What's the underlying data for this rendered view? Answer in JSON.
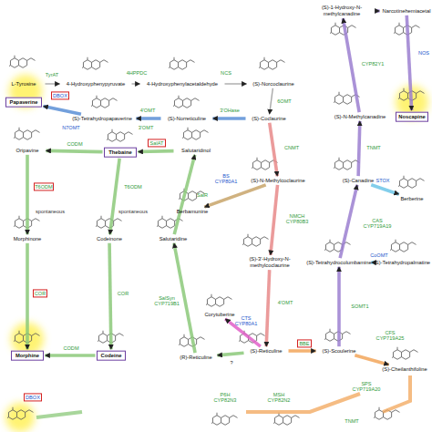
{
  "diagram": {
    "nodes": [
      {
        "text": [
          "L-Tyrosine"
        ]
      },
      {
        "text": [
          "4-Hydroxyphenypyruvate"
        ]
      },
      {
        "text": [
          "4-Hydroxyphenylacetaldehyde"
        ]
      },
      {
        "text": [
          "(S)-Norcoclaurine"
        ]
      },
      {
        "text": [
          "(S)-1-Hydroxy-N-methylcanadine"
        ]
      },
      {
        "text": [
          "Narcotinehemiacetal"
        ]
      },
      {
        "text": [
          "Papaverine"
        ]
      },
      {
        "text": [
          "(S)-Tetrahydropapaverine"
        ]
      },
      {
        "text": [
          "(S)-Norreticuline"
        ]
      },
      {
        "text": [
          "(S)-Coclaurine"
        ]
      },
      {
        "text": [
          "(S)-N-Methylcanadine"
        ]
      },
      {
        "text": [
          "Noscapine"
        ]
      },
      {
        "text": [
          "Oripavine"
        ]
      },
      {
        "text": [
          "Thebaine"
        ]
      },
      {
        "text": [
          "Salutaridinol"
        ]
      },
      {
        "text": [
          "(S)-N-Methylcoclaurine"
        ]
      },
      {
        "text": [
          "(S)-Canadine"
        ]
      },
      {
        "text": [
          "Berberine"
        ]
      },
      {
        "text": [
          "Berbamunine"
        ]
      },
      {
        "text": [
          "Morphinone"
        ]
      },
      {
        "text": [
          "Codeinone"
        ]
      },
      {
        "text": [
          "Salutaridine"
        ]
      },
      {
        "text": [
          "(S)-3'-Hydroxy-N-methylcoclaurine"
        ]
      },
      {
        "text": [
          "(S)-Tetrahydrocolumbamine"
        ]
      },
      {
        "text": [
          "(S)-Tetrahydropalmatine"
        ]
      },
      {
        "text": [
          "Morphine"
        ]
      },
      {
        "text": [
          "Codeine"
        ]
      },
      {
        "text": [
          "(R)-Reticuline"
        ]
      },
      {
        "text": [
          "Corytuberine"
        ]
      },
      {
        "text": [
          "(S)-Reticuline"
        ]
      },
      {
        "text": [
          "(S)-Scoulerine"
        ]
      },
      {
        "text": [
          "(S)-Cheilanthifoline"
        ]
      }
    ],
    "edges": [
      {
        "from": 0,
        "to": 1,
        "arrow": "to",
        "label": "TyrAT"
      },
      {
        "from": 1,
        "to": 2,
        "arrow": "to",
        "label": "4HPPDC"
      },
      {
        "from": 2,
        "to": 3,
        "arrow": "to",
        "label": "NCS"
      },
      {
        "from": 3,
        "to": 9,
        "arrow": "to",
        "label": "6OMT"
      },
      {
        "from": 9,
        "to": 8,
        "arrow": "to",
        "label": "3'OHase"
      },
      {
        "from": 8,
        "to": 7,
        "arrow": "to",
        "label": "4'OMT"
      },
      {
        "from": 7,
        "to": 6,
        "arrow": "to",
        "label": "DBOX"
      },
      {
        "from": 9,
        "to": 15,
        "arrow": "to",
        "label": "CNMT"
      },
      {
        "from": 15,
        "to": 18,
        "arrow": "to",
        "label": "BS CYP80A1"
      },
      {
        "from": 15,
        "to": 22,
        "arrow": "to",
        "label": "NMCH CYP80B3"
      },
      {
        "from": 22,
        "to": 29,
        "arrow": "to",
        "label": "4'OMT"
      },
      {
        "from": 29,
        "to": 27,
        "arrow": "to",
        "label": "?"
      },
      {
        "from": 27,
        "to": 21,
        "arrow": "to",
        "label": "SalSyn CYP719B1"
      },
      {
        "from": 21,
        "to": 14,
        "arrow": "to",
        "label": "SalR"
      },
      {
        "from": 14,
        "to": 13,
        "arrow": "to",
        "label": "SalAT"
      },
      {
        "from": 13,
        "to": 12,
        "arrow": "to",
        "label": "CODM"
      },
      {
        "from": 13,
        "to": 20,
        "arrow": "to",
        "label": "T6ODM"
      },
      {
        "from": 12,
        "to": 19,
        "arrow": "to",
        "label": "T6ODM"
      },
      {
        "from": 20,
        "to": 26,
        "arrow": "to",
        "label": "COR"
      },
      {
        "from": 19,
        "to": 25,
        "arrow": "to",
        "label": "COR"
      },
      {
        "from": 26,
        "to": 25,
        "arrow": "to",
        "label": "CODM"
      },
      {
        "from": 29,
        "to": 28,
        "arrow": "to",
        "label": "CTS CYP80A1"
      },
      {
        "from": 29,
        "to": 30,
        "arrow": "to",
        "label": "BBE"
      },
      {
        "from": 30,
        "to": 23,
        "arrow": "to",
        "label": "SOMT1"
      },
      {
        "from": 23,
        "to": 16,
        "arrow": "to",
        "label": "CAS CYP719A19"
      },
      {
        "from": 23,
        "to": 24,
        "arrow": "to",
        "label": "CoOMT"
      },
      {
        "from": 16,
        "to": 17,
        "arrow": "to",
        "label": "STOX"
      },
      {
        "from": 16,
        "to": 10,
        "arrow": "to",
        "label": "TNMT"
      },
      {
        "from": 10,
        "to": 4,
        "arrow": "to",
        "label": "CYP82Y1"
      },
      {
        "from": 4,
        "to": 5,
        "arrow": "to"
      },
      {
        "from": 5,
        "to": 11,
        "arrow": "to",
        "label": "NOS"
      },
      {
        "from": 30,
        "to": 31,
        "arrow": "to",
        "label": "CFS CYP719A25"
      }
    ],
    "labels": [
      "N7OMT",
      "3'OMT",
      "spontaneous",
      "spontaneous",
      "P6H CYP82N3",
      "MSH CYP82N2",
      "SPS CYP719A20",
      "TNMT",
      "DBOX"
    ]
  }
}
